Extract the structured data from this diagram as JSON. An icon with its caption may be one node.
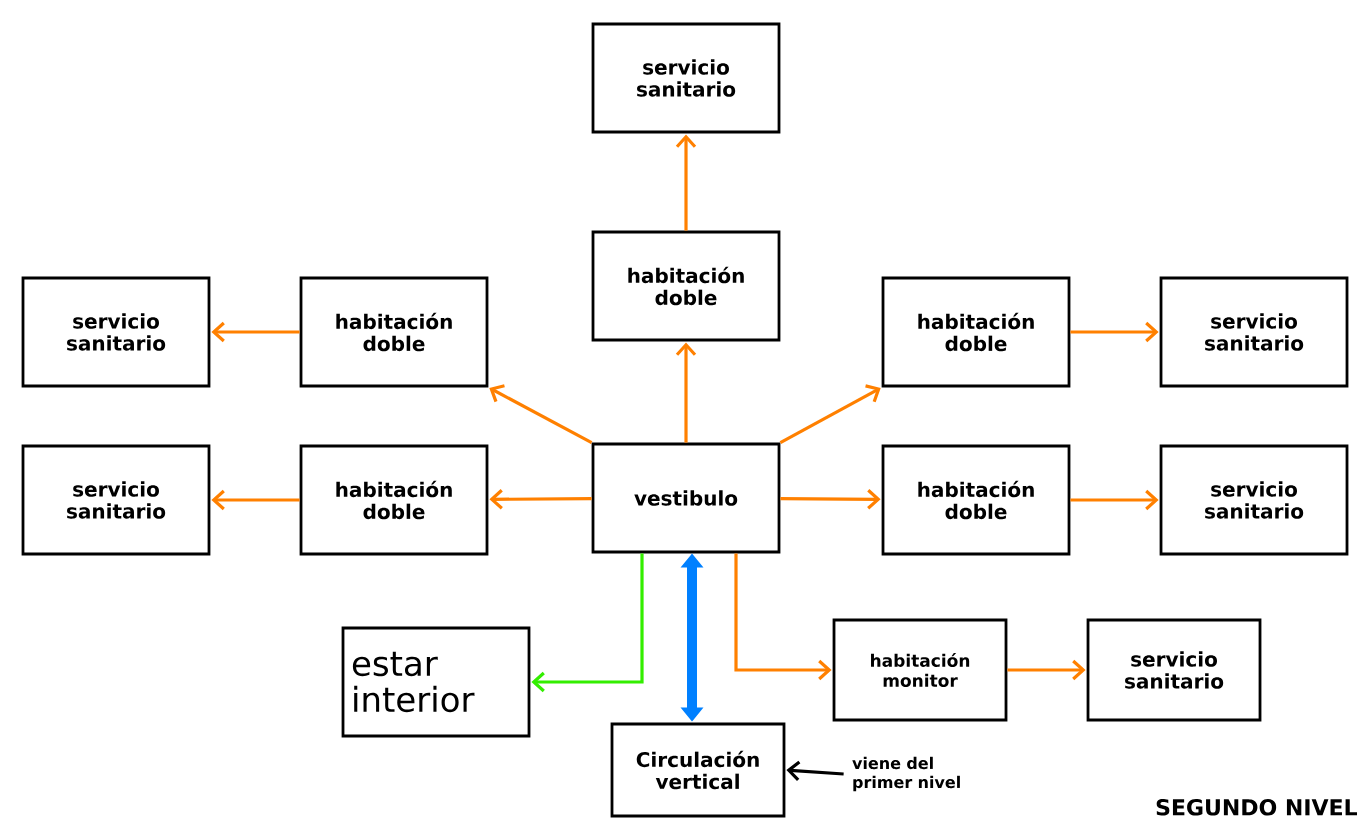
{
  "diagram": {
    "nodes": [
      {
        "text": [
          "servicio sanitario"
        ]
      },
      {
        "text": [
          "habitación doble"
        ]
      },
      {
        "text": [
          "servicio sanitario"
        ]
      },
      {
        "text": [
          "habitación doble"
        ]
      },
      {
        "text": [
          "habitación doble"
        ]
      },
      {
        "text": [
          "servicio sanitario"
        ]
      },
      {
        "text": [
          "servicio sanitario"
        ]
      },
      {
        "text": [
          "habitación doble"
        ]
      },
      {
        "text": [
          "vestibulo"
        ]
      },
      {
        "text": [
          "habitación doble"
        ]
      },
      {
        "text": [
          "servicio sanitario"
        ]
      },
      {
        "text": [
          "estar interior"
        ]
      },
      {
        "text": [
          "habitación monitor"
        ]
      },
      {
        "text": [
          "servicio sanitario"
        ]
      },
      {
        "text": [
          "Circulación vertical"
        ]
      },
      {
        "text": [
          "viene del primer nivel"
        ]
      }
    ],
    "edges": [
      {
        "from": 8,
        "to": 1,
        "arrow": "to"
      },
      {
        "from": 1,
        "to": 0,
        "arrow": "to"
      },
      {
        "from": 8,
        "to": 3,
        "arrow": "to"
      },
      {
        "from": 3,
        "to": 2,
        "arrow": "to"
      },
      {
        "from": 8,
        "to": 4,
        "arrow": "to"
      },
      {
        "from": 4,
        "to": 5,
        "arrow": "to"
      },
      {
        "from": 8,
        "to": 7,
        "arrow": "to"
      },
      {
        "from": 7,
        "to": 6,
        "arrow": "to"
      },
      {
        "from": 8,
        "to": 9,
        "arrow": "to"
      },
      {
        "from": 9,
        "to": 10,
        "arrow": "to"
      },
      {
        "from": 8,
        "to": 11,
        "arrow": "to",
        "color": "#33ee00"
      },
      {
        "from": 8,
        "to": 12,
        "arrow": "to"
      },
      {
        "from": 12,
        "to": 13,
        "arrow": "to"
      },
      {
        "from": 8,
        "to": 14,
        "arrow": "both",
        "style": "thick",
        "color": "#0080ff"
      },
      {
        "from": 15,
        "to": 14,
        "arrow": "to",
        "color": "#000000"
      }
    ],
    "labels": [
      "SEGUNDO NIVEL"
    ]
  }
}
